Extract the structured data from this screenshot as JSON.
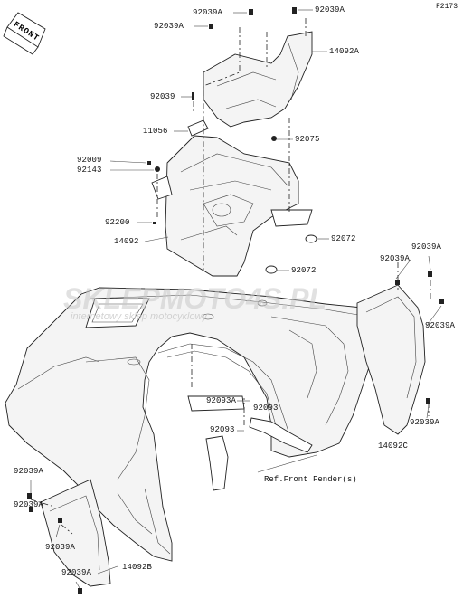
{
  "figure_id": "F2173",
  "front_label": "FRONT",
  "ref_note": "Ref.Front Fender(s)",
  "watermark": {
    "main": "SKLEPMOTO4S.PL",
    "sub": "internetowy sklep motocyklowy",
    "color_a": "#b8b8b8",
    "color_b": "#e9a3a3"
  },
  "labels": {
    "l01": "92039A",
    "l02": "92039A",
    "l03": "92039A",
    "l04": "14092A",
    "l05": "92039",
    "l06": "11056",
    "l07": "92075",
    "l08": "92009",
    "l09": "92143",
    "l10": "92200",
    "l11": "14092",
    "l12": "92072",
    "l13": "92072",
    "l14": "92039A",
    "l15": "92039A",
    "l16": "92039A",
    "l17": "92093A",
    "l18": "92093",
    "l19": "92093",
    "l20": "92039A",
    "l21": "14092C",
    "l22": "92039A",
    "l23": "92039A",
    "l24": "92039A",
    "l25": "92039A",
    "l26": "14092B"
  }
}
